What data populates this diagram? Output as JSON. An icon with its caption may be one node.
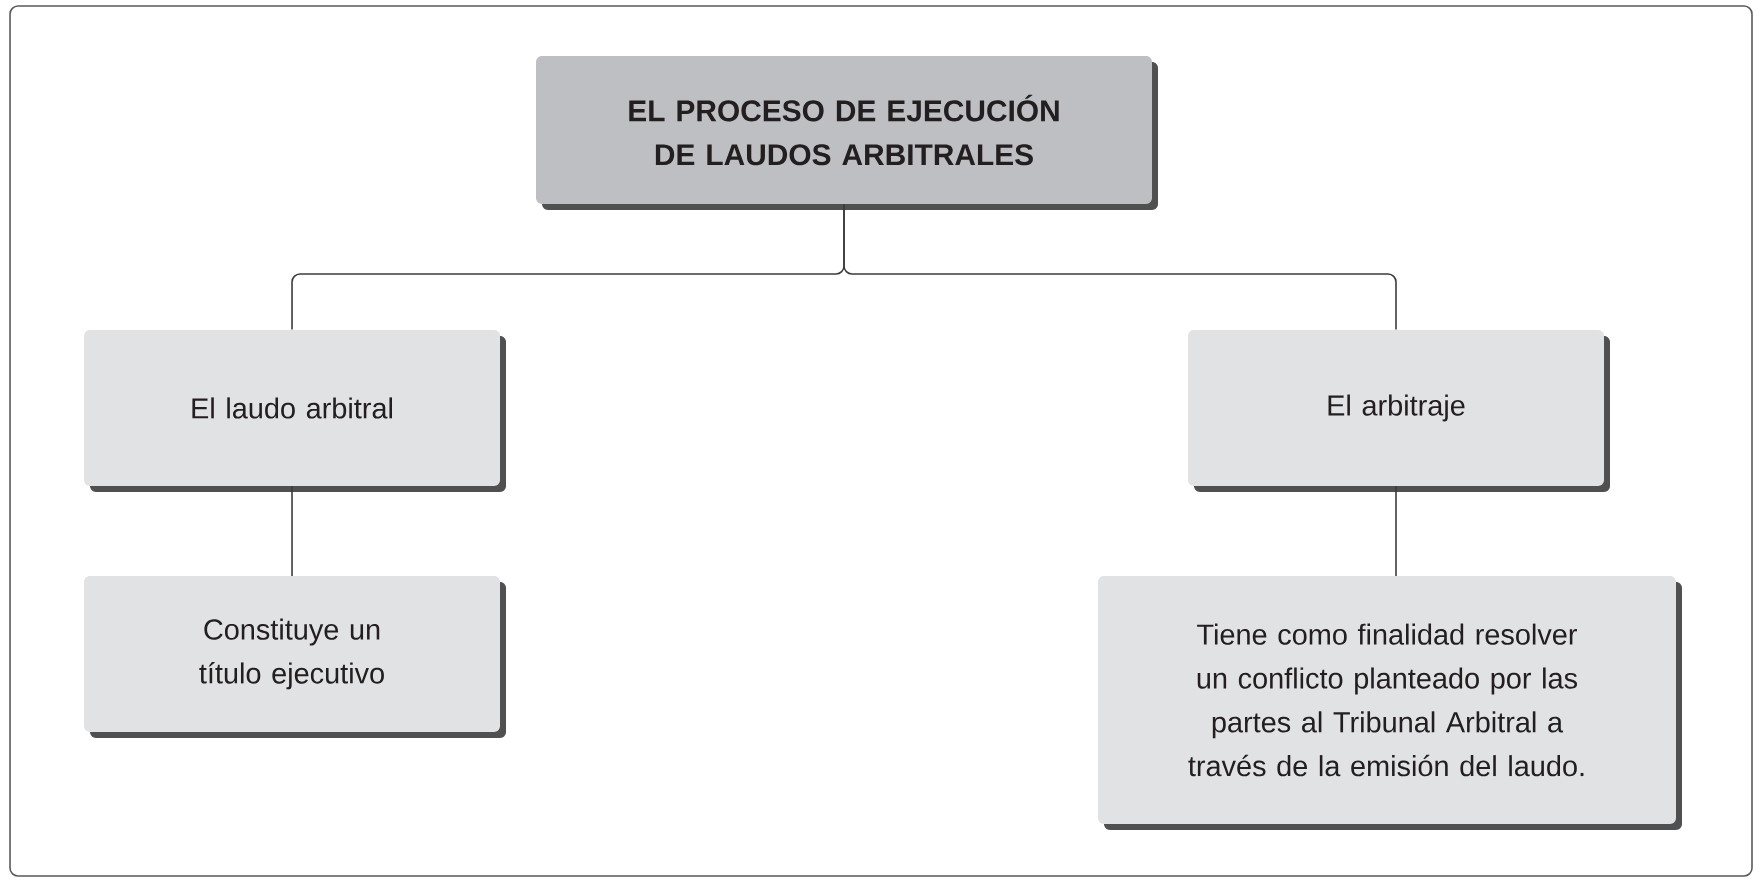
{
  "diagram": {
    "nodes": [
      {
        "text": [
          "EL PROCESO DE EJECUCIÓN DE LAUDOS ARBITRALES"
        ]
      },
      {
        "text": [
          "El laudo arbitral"
        ]
      },
      {
        "text": [
          "El arbitraje"
        ]
      },
      {
        "text": [
          "Constituye un título ejecutivo"
        ]
      },
      {
        "text": [
          "Tiene como finalidad resolver un conflicto planteado por las partes al Tribunal Arbitral a través de la emisión del laudo."
        ]
      }
    ],
    "edges": [
      {
        "from": 0,
        "to": 1,
        "arrow": "none"
      },
      {
        "from": 0,
        "to": 2,
        "arrow": "none"
      },
      {
        "from": 1,
        "to": 3,
        "arrow": "none"
      },
      {
        "from": 2,
        "to": 4,
        "arrow": "none"
      }
    ]
  }
}
